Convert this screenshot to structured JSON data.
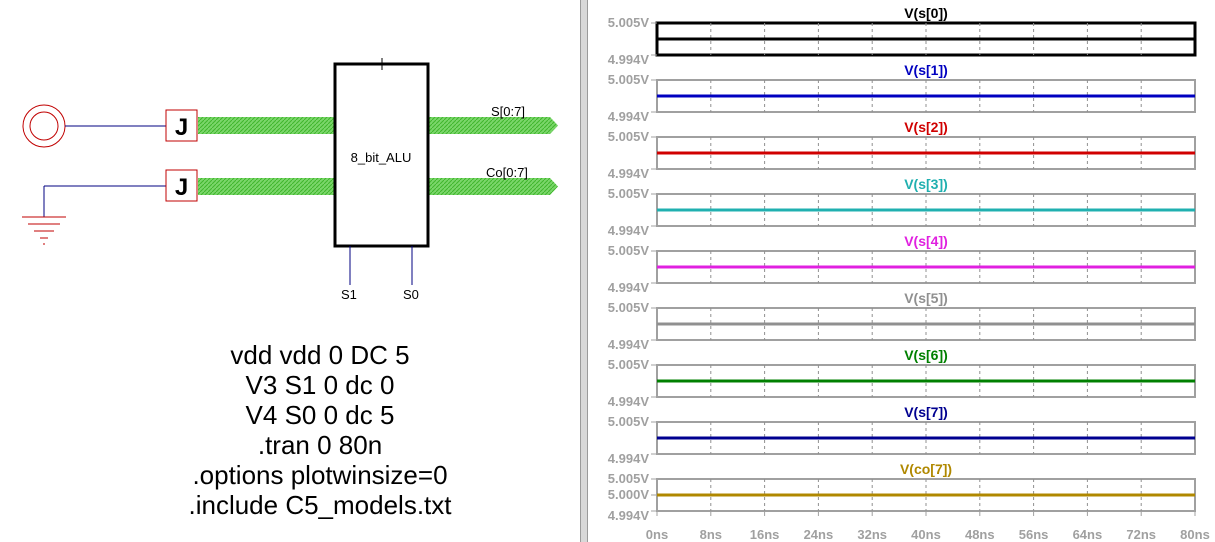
{
  "schematic": {
    "component_label": "8_bit_ALU",
    "port_s": "S[0:7]",
    "port_co": "Co[0:7]",
    "pin_s1": "S1",
    "pin_s0": "S0",
    "junction_label": "J",
    "spice_lines": [
      "vdd vdd 0 DC 5",
      "V3 S1 0 dc 0",
      "V4 S0 0 dc 5",
      ".tran 0 80n",
      ".options plotwinsize=0",
      ".include C5_models.txt"
    ]
  },
  "waveform": {
    "panes": [
      {
        "title": "V(s[0])",
        "color": "#000000",
        "ticks": [
          "5.005V",
          "4.994V"
        ],
        "value": 5.0
      },
      {
        "title": "V(s[1])",
        "color": "#0000c0",
        "ticks": [
          "5.005V",
          "4.994V"
        ],
        "value": 5.0
      },
      {
        "title": "V(s[2])",
        "color": "#d00000",
        "ticks": [
          "5.005V",
          "4.994V"
        ],
        "value": 5.0
      },
      {
        "title": "V(s[3])",
        "color": "#20b0b0",
        "ticks": [
          "5.005V",
          "4.994V"
        ],
        "value": 5.0
      },
      {
        "title": "V(s[4])",
        "color": "#e020e0",
        "ticks": [
          "5.005V",
          "4.994V"
        ],
        "value": 5.0
      },
      {
        "title": "V(s[5])",
        "color": "#909090",
        "ticks": [
          "5.005V",
          "4.994V"
        ],
        "value": 5.0
      },
      {
        "title": "V(s[6])",
        "color": "#008000",
        "ticks": [
          "5.005V",
          "4.994V"
        ],
        "value": 5.0
      },
      {
        "title": "V(s[7])",
        "color": "#000090",
        "ticks": [
          "5.005V",
          "4.994V"
        ],
        "value": 5.0
      },
      {
        "title": "V(co[7])",
        "color": "#b08800",
        "ticks": [
          "5.005V",
          "5.000V",
          "4.994V"
        ],
        "value": 5.0
      }
    ],
    "x_ticks": [
      "0ns",
      "8ns",
      "16ns",
      "24ns",
      "32ns",
      "40ns",
      "48ns",
      "56ns",
      "64ns",
      "72ns",
      "80ns"
    ]
  }
}
